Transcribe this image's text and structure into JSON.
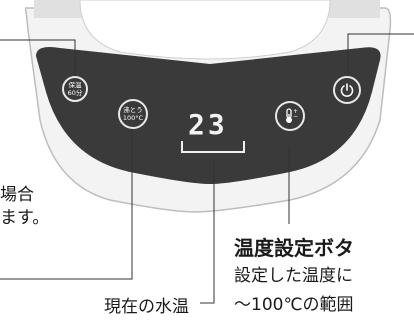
{
  "buttons": {
    "keep_warm": {
      "line1": "保温",
      "line2": "60分"
    },
    "boil": {
      "line1": "沸とう",
      "line2": "100°C"
    },
    "temp_setting": {
      "icon": "thermometer-plus-minus-icon"
    },
    "power": {
      "icon": "power-icon"
    }
  },
  "display": {
    "current_value": "23"
  },
  "callouts": {
    "left_fragment_1": "場合",
    "left_fragment_2": "ます。",
    "temp_button_title": "温度設定ボタ",
    "temp_button_desc_1": "設定した温度に",
    "temp_button_desc_2": "～100℃の範囲",
    "current_temp": "現在の水温"
  },
  "colors": {
    "panel_dark": "#3a3a3a",
    "body_light": "#eeeeee",
    "text": "#1a1a1a",
    "leader_line": "#333333"
  }
}
